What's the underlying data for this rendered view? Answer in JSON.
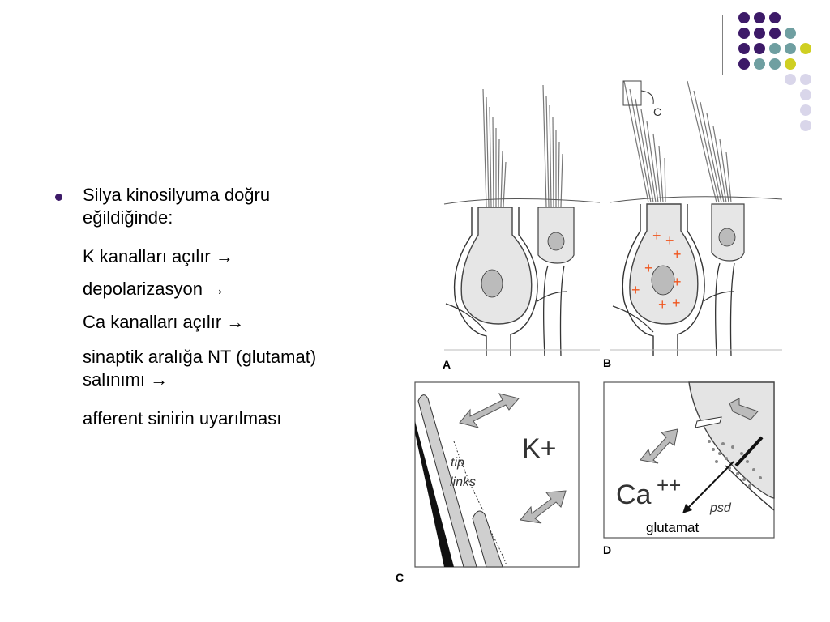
{
  "slide": {
    "bullet_lines": [
      "Silya kinosilyuma doğru",
      "eğildiğinde:",
      "K kanalları açılır →",
      "depolarizasyon →",
      "Ca kanalları açılır →",
      "sinaptik aralığa NT (glutamat)",
      "salınımı →",
      "afferent sinirin uyarılması"
    ]
  },
  "figure": {
    "panels": {
      "a": "A",
      "b": "B",
      "c": "C",
      "d": "D"
    },
    "panel_b_callout": "C",
    "plus_sign": "+",
    "panel_c": {
      "ion": "K+",
      "tip": "tip",
      "links": "links"
    },
    "panel_d": {
      "ion_base": "Ca",
      "ion_charge": "++",
      "psd": "psd",
      "glutamat": "glutamat"
    }
  },
  "colors": {
    "purple": "#3d1a68",
    "teal": "#6f9fa1",
    "yellow": "#cfcf22",
    "lavender": "#d9d6ea",
    "plus_red": "#f0561e"
  }
}
